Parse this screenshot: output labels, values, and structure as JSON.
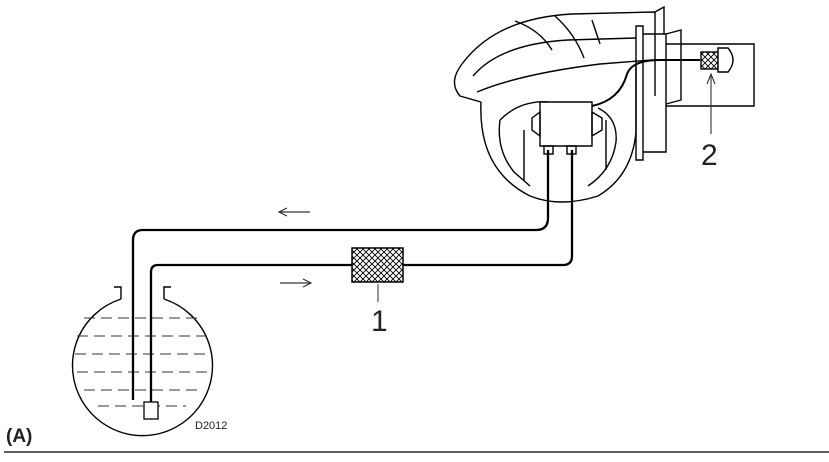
{
  "labels": {
    "filter_callout": "1",
    "nozzle_filter_callout": "2",
    "drawing_code": "D2012",
    "panel": "(A)"
  },
  "colors": {
    "line": "#000000",
    "ink": "#222222",
    "liquid_dash": "#333333"
  },
  "icons": {
    "return_flow": "arrow-left-icon",
    "supply_flow": "arrow-right-icon",
    "filter": "crosshatch-filter-icon"
  }
}
